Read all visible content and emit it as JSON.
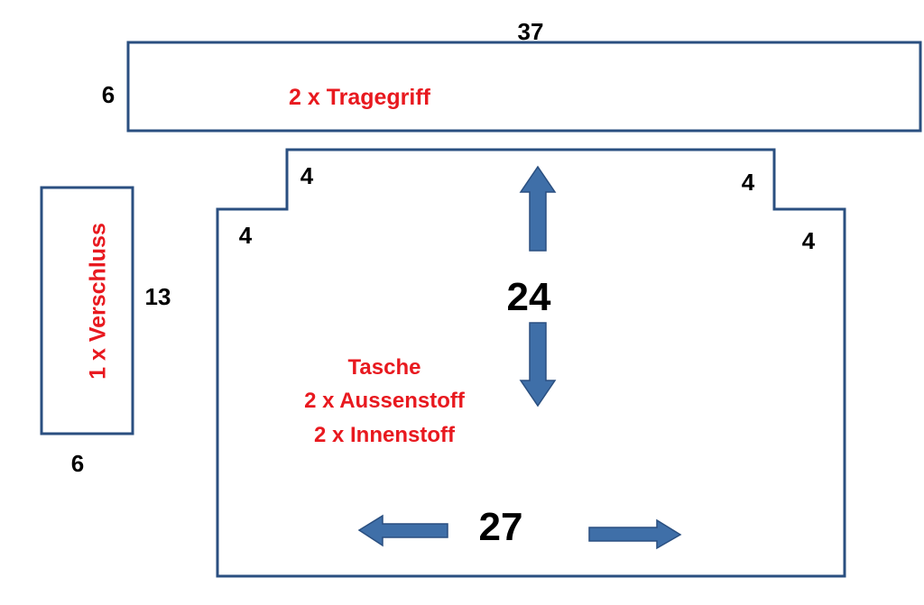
{
  "colors": {
    "outline": "#2a4f80",
    "arrow": "#3f6fa8",
    "label": "#e8191f",
    "dimension": "#000000"
  },
  "handle": {
    "label": "2 x Tragegriff",
    "width": "37",
    "height": "6"
  },
  "closure": {
    "label": "1 x Verschluss",
    "height": "13",
    "width": "6"
  },
  "bag": {
    "label_title": "Tasche",
    "label_outer": "2  x  Aussenstoff",
    "label_inner": "2  x  Innenstoff",
    "height": "24",
    "width": "27",
    "notch_left_vertical": "4",
    "notch_left_horizontal": "4",
    "notch_right_vertical": "4",
    "notch_right_horizontal": "4"
  }
}
